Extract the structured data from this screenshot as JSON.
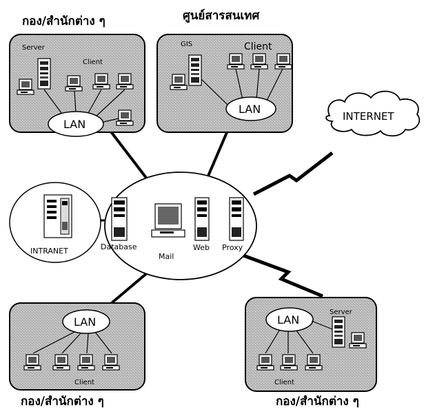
{
  "groups": {
    "top_left": {
      "title": "กอง/สำนักต่าง ๆ",
      "server": "Server",
      "client": "Client",
      "lan": "LAN"
    },
    "top_right": {
      "title": "ศูนย์สารสนเทศ",
      "gis": "GIS",
      "client": "Client",
      "lan": "LAN"
    },
    "bottom_left": {
      "title": "กอง/สำนักต่าง ๆ",
      "client": "Client",
      "lan": "LAN"
    },
    "bottom_right": {
      "title": "กอง/สำนักต่าง ๆ",
      "server": "Server",
      "client": "Client",
      "lan": "LAN"
    }
  },
  "center": {
    "database": "Database",
    "mail": "Mail",
    "web": "Web",
    "proxy": "Proxy"
  },
  "intranet": "INTRANET",
  "internet": "INTERNET"
}
